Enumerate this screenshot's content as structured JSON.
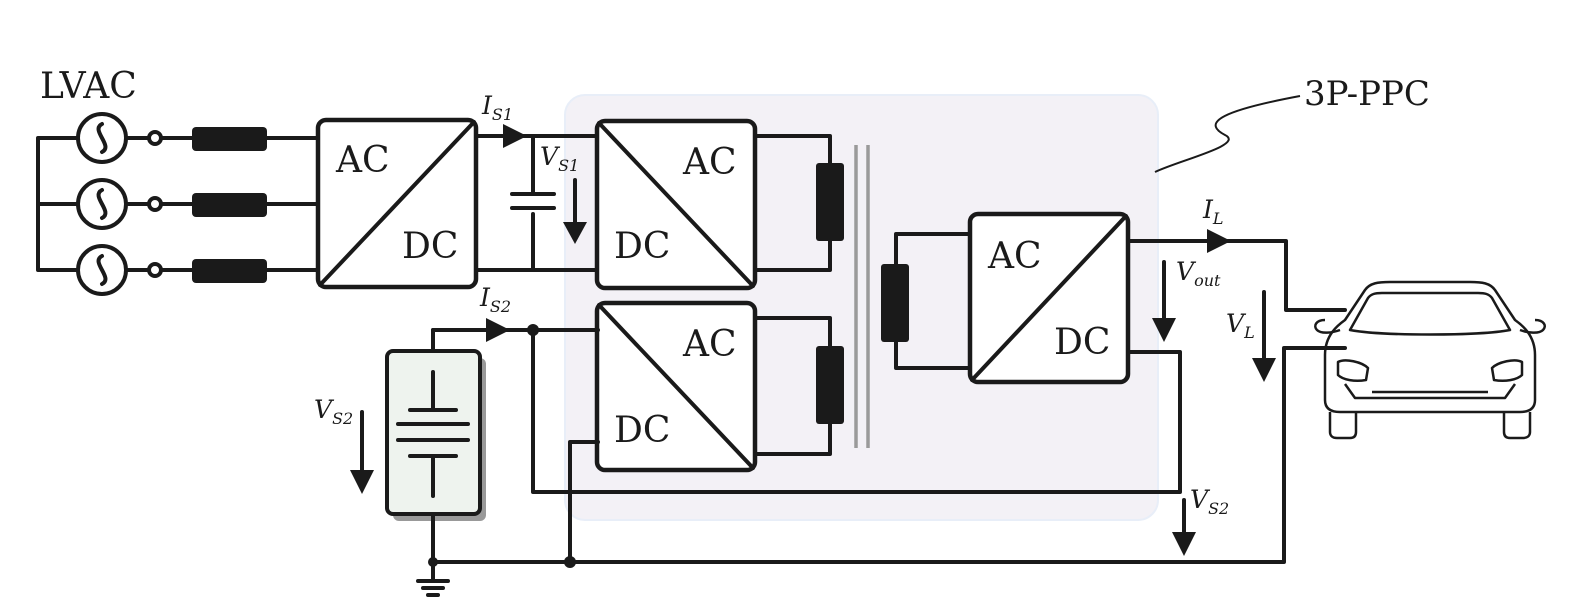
{
  "labels": {
    "source": "LVAC",
    "ppc": "3P-PPC",
    "ac": "AC",
    "dc": "DC"
  },
  "quantities": {
    "is1": {
      "main": "I",
      "sub": "S1"
    },
    "vs1": {
      "main": "V",
      "sub": "S1"
    },
    "is2": {
      "main": "I",
      "sub": "S2"
    },
    "vs2_battery": {
      "main": "V",
      "sub": "S2"
    },
    "vs2_output": {
      "main": "V",
      "sub": "S2"
    },
    "il": {
      "main": "I",
      "sub": "L"
    },
    "vout": {
      "main": "V",
      "sub": "out"
    },
    "vl": {
      "main": "V",
      "sub": "L"
    }
  },
  "colors": {
    "wire": "#1a1a1a",
    "ppc_region": "#f3f1f6",
    "battery_fill": "#eef3ee",
    "transformer_core": "#9a9a9a"
  }
}
